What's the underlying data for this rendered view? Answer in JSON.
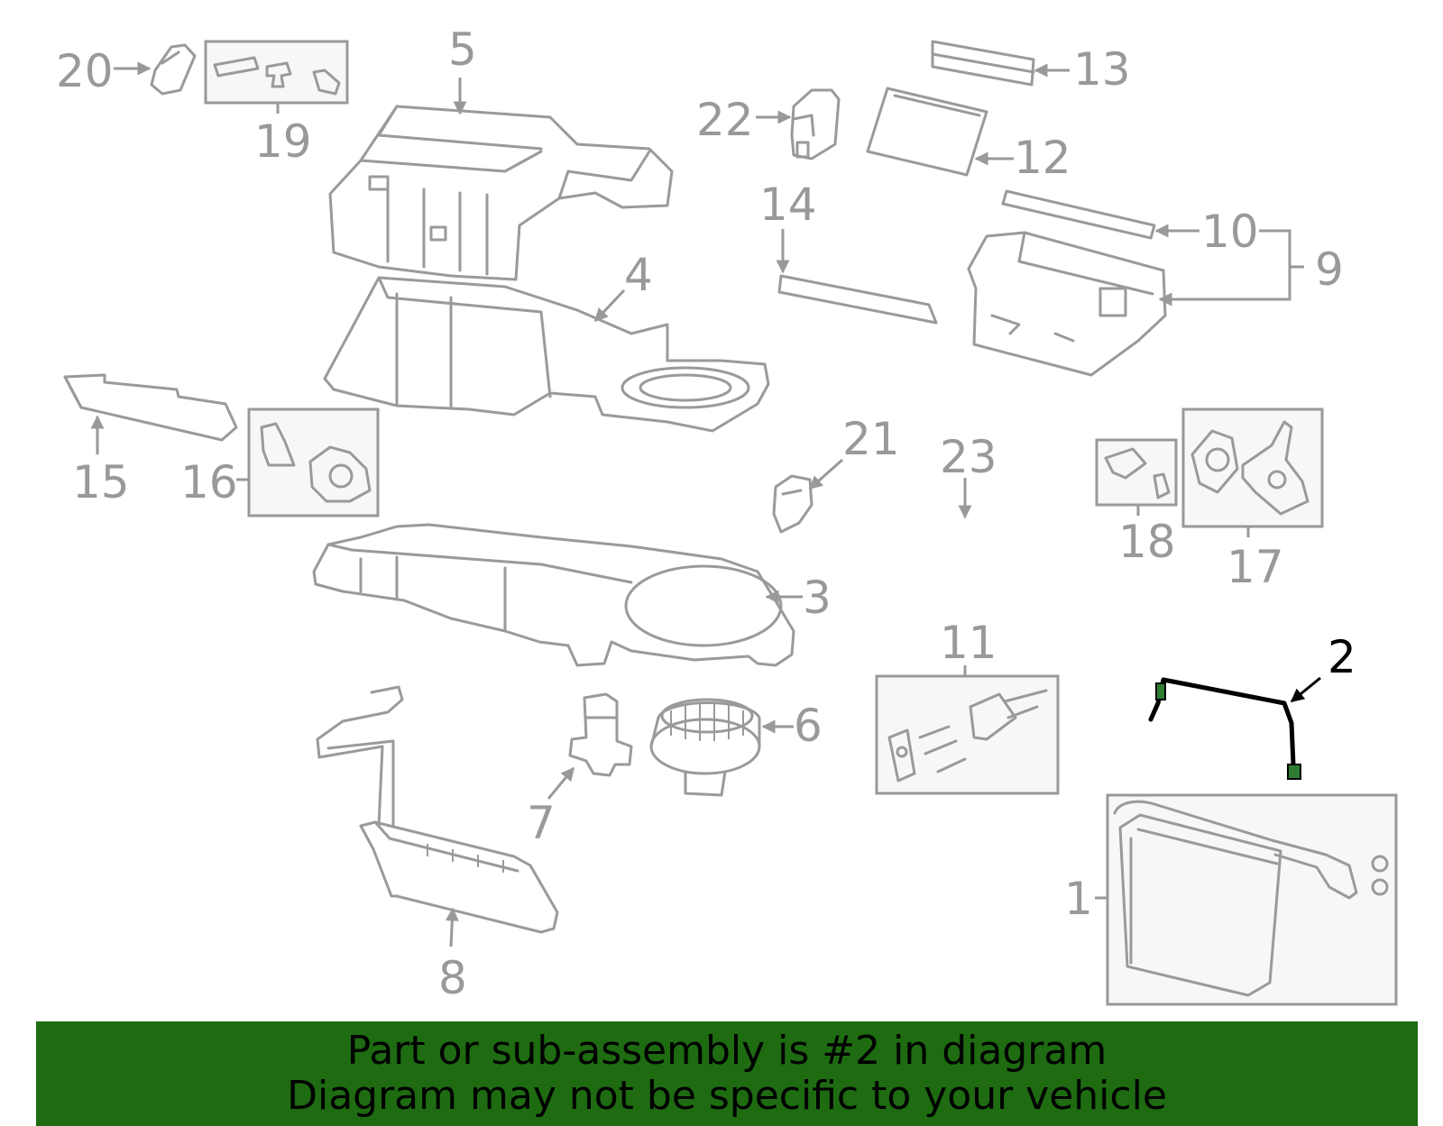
{
  "callouts": {
    "n1": "1",
    "n2": "2",
    "n3": "3",
    "n4": "4",
    "n5": "5",
    "n6": "6",
    "n7": "7",
    "n8": "8",
    "n9": "9",
    "n10": "10",
    "n11": "11",
    "n12": "12",
    "n13": "13",
    "n14": "14",
    "n15": "15",
    "n16": "16",
    "n17": "17",
    "n18": "18",
    "n19": "19",
    "n20": "20",
    "n21": "21",
    "n22": "22",
    "n23": "23"
  },
  "highlighted_part": "2",
  "colors": {
    "banner_bg": "#1e6b12",
    "part_stroke": "#9a9a9a",
    "highlight": "#000000",
    "connector": "#2e7d32"
  },
  "banner": {
    "line1": "Part or sub-assembly is #2 in diagram",
    "line2": "Diagram may not be specific to your vehicle"
  }
}
